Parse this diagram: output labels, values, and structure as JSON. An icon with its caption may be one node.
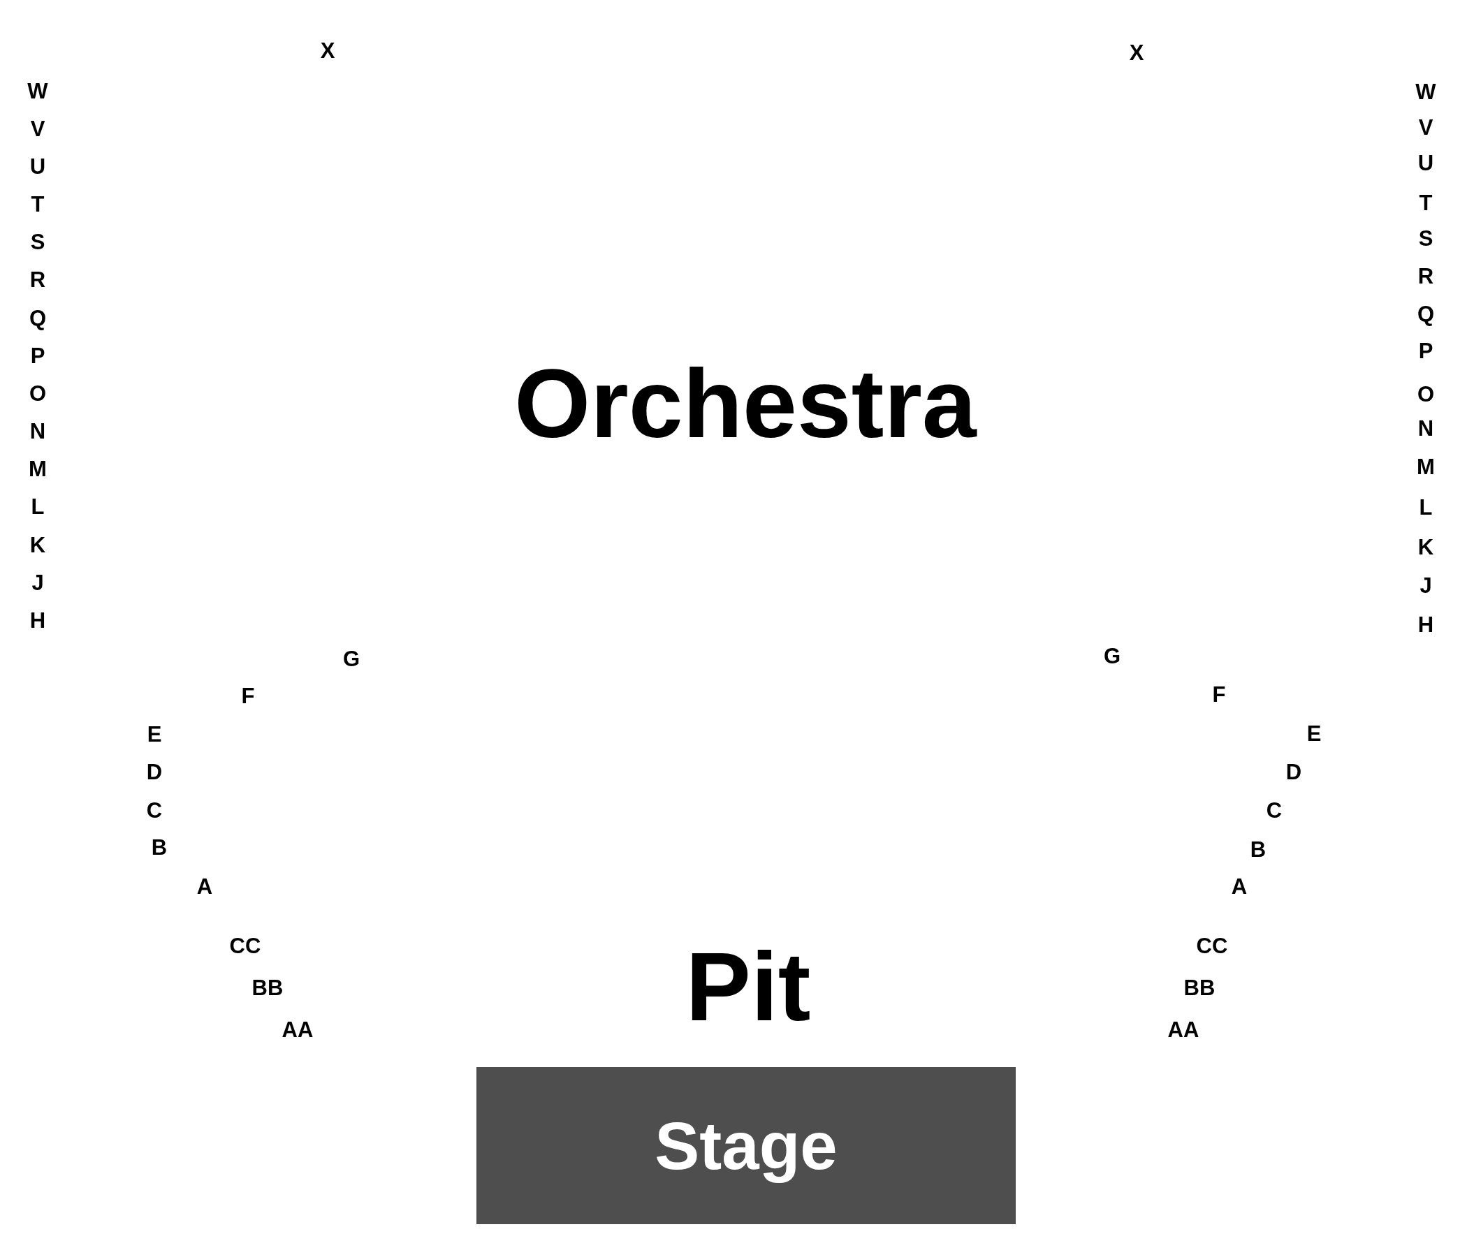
{
  "diagram": {
    "nodes": [
      {
        "text": [
          "Stage"
        ]
      }
    ],
    "edges": [],
    "labels": [
      "X",
      "X",
      "W",
      "W",
      "V",
      "V",
      "U",
      "U",
      "T",
      "T",
      "S",
      "S",
      "R",
      "R",
      "Q",
      "Q",
      "P",
      "P",
      "Orchestra",
      "O",
      "O",
      "N",
      "N",
      "M",
      "M",
      "L",
      "L",
      "K",
      "K",
      "J",
      "J",
      "H",
      "H",
      "G",
      "G",
      "F",
      "F",
      "E",
      "E",
      "D",
      "D",
      "C",
      "C",
      "B",
      "B",
      "A",
      "A",
      "CC",
      "CC",
      "Pit",
      "BB",
      "BB",
      "AA",
      "AA"
    ]
  }
}
